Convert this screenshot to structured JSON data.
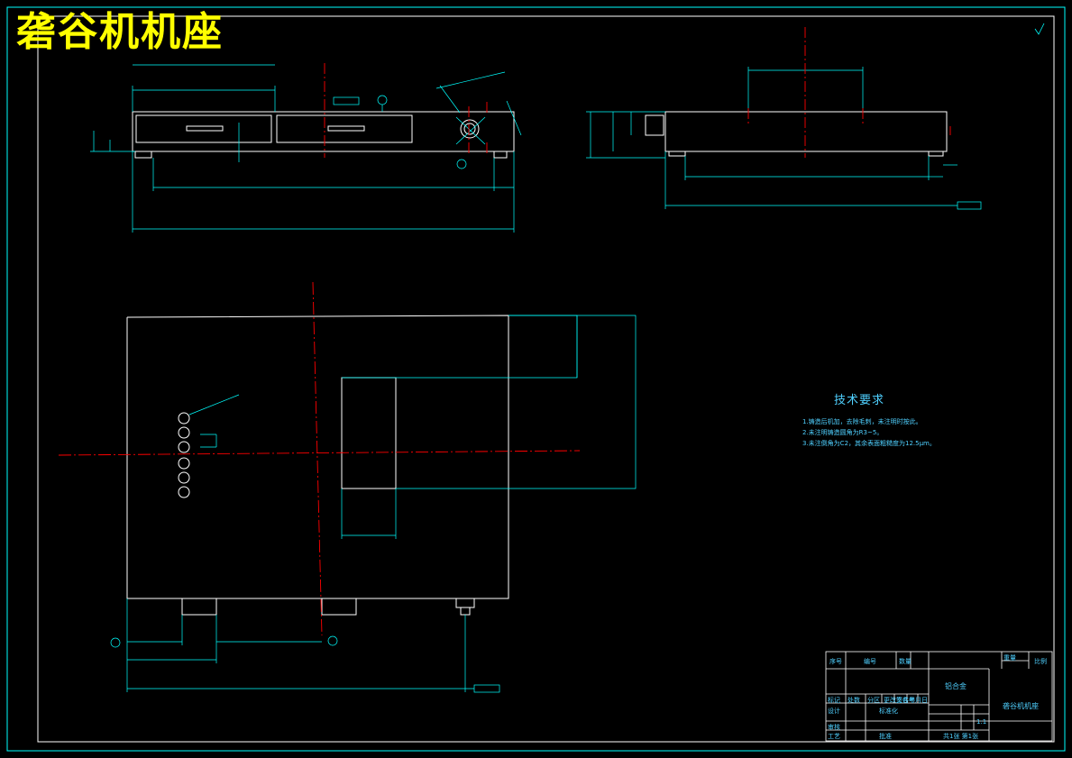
{
  "title_overlay": "砻谷机机座",
  "technical_requirements": {
    "heading": "技术要求",
    "notes": [
      "1.铸造后机加，去除毛刺，未注明时按此。",
      "2.未注明铸造圆角为R3~5。",
      "3.未注倒角为C2，其余表面粗糙度为12.5μm。"
    ]
  },
  "title_block": {
    "material": "铝合金",
    "part_name": "砻谷机机座",
    "scale": "1:1",
    "sheet": "共1张 第1张",
    "header_cells": [
      "序号",
      "编号",
      "数量",
      "重量",
      "比例"
    ],
    "row_labels": [
      "标记",
      "处数",
      "分区",
      "更改文件号",
      "签名",
      "年月日"
    ],
    "role_labels": [
      "设计",
      "审核",
      "工艺",
      "批准",
      "标准化"
    ]
  },
  "colors": {
    "outline": "#ffffff",
    "dimension": "#00ffff",
    "centerline": "#ff0000",
    "frame": "#00ffff",
    "title_text": "#ffff00"
  }
}
